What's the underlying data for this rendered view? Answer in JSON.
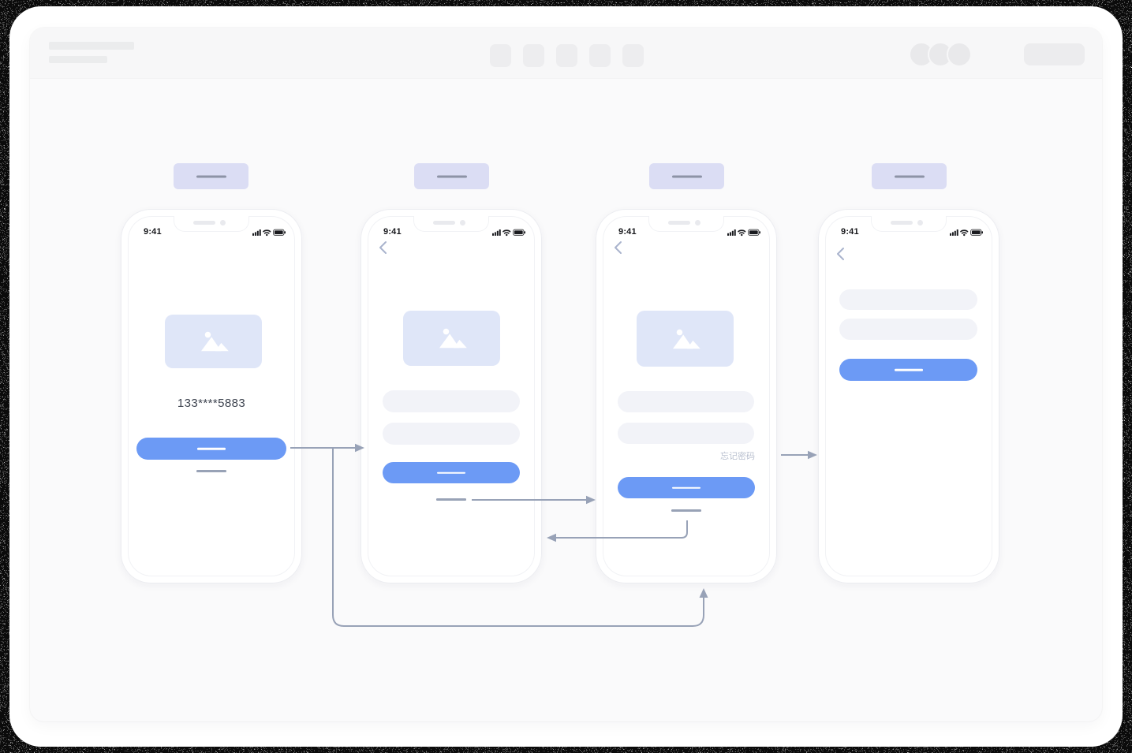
{
  "toolbar": {
    "tool_button_count": 5,
    "avatar_count": 3
  },
  "flow": {
    "status_time": "9:41",
    "screen1": {
      "masked_phone": "133****5883"
    },
    "screen3": {
      "forgot_password": "忘记密码"
    }
  },
  "colors": {
    "primary_button": "#6C9AF5",
    "image_placeholder": "#DFE6F8",
    "input_field": "#F2F3F8",
    "label_chip": "#DBDDF4",
    "chip_text_line": "#8D93A6",
    "arrow": "#98A2B7",
    "link_line": "#98A2B6",
    "forgot_text": "#B9C0CF"
  }
}
